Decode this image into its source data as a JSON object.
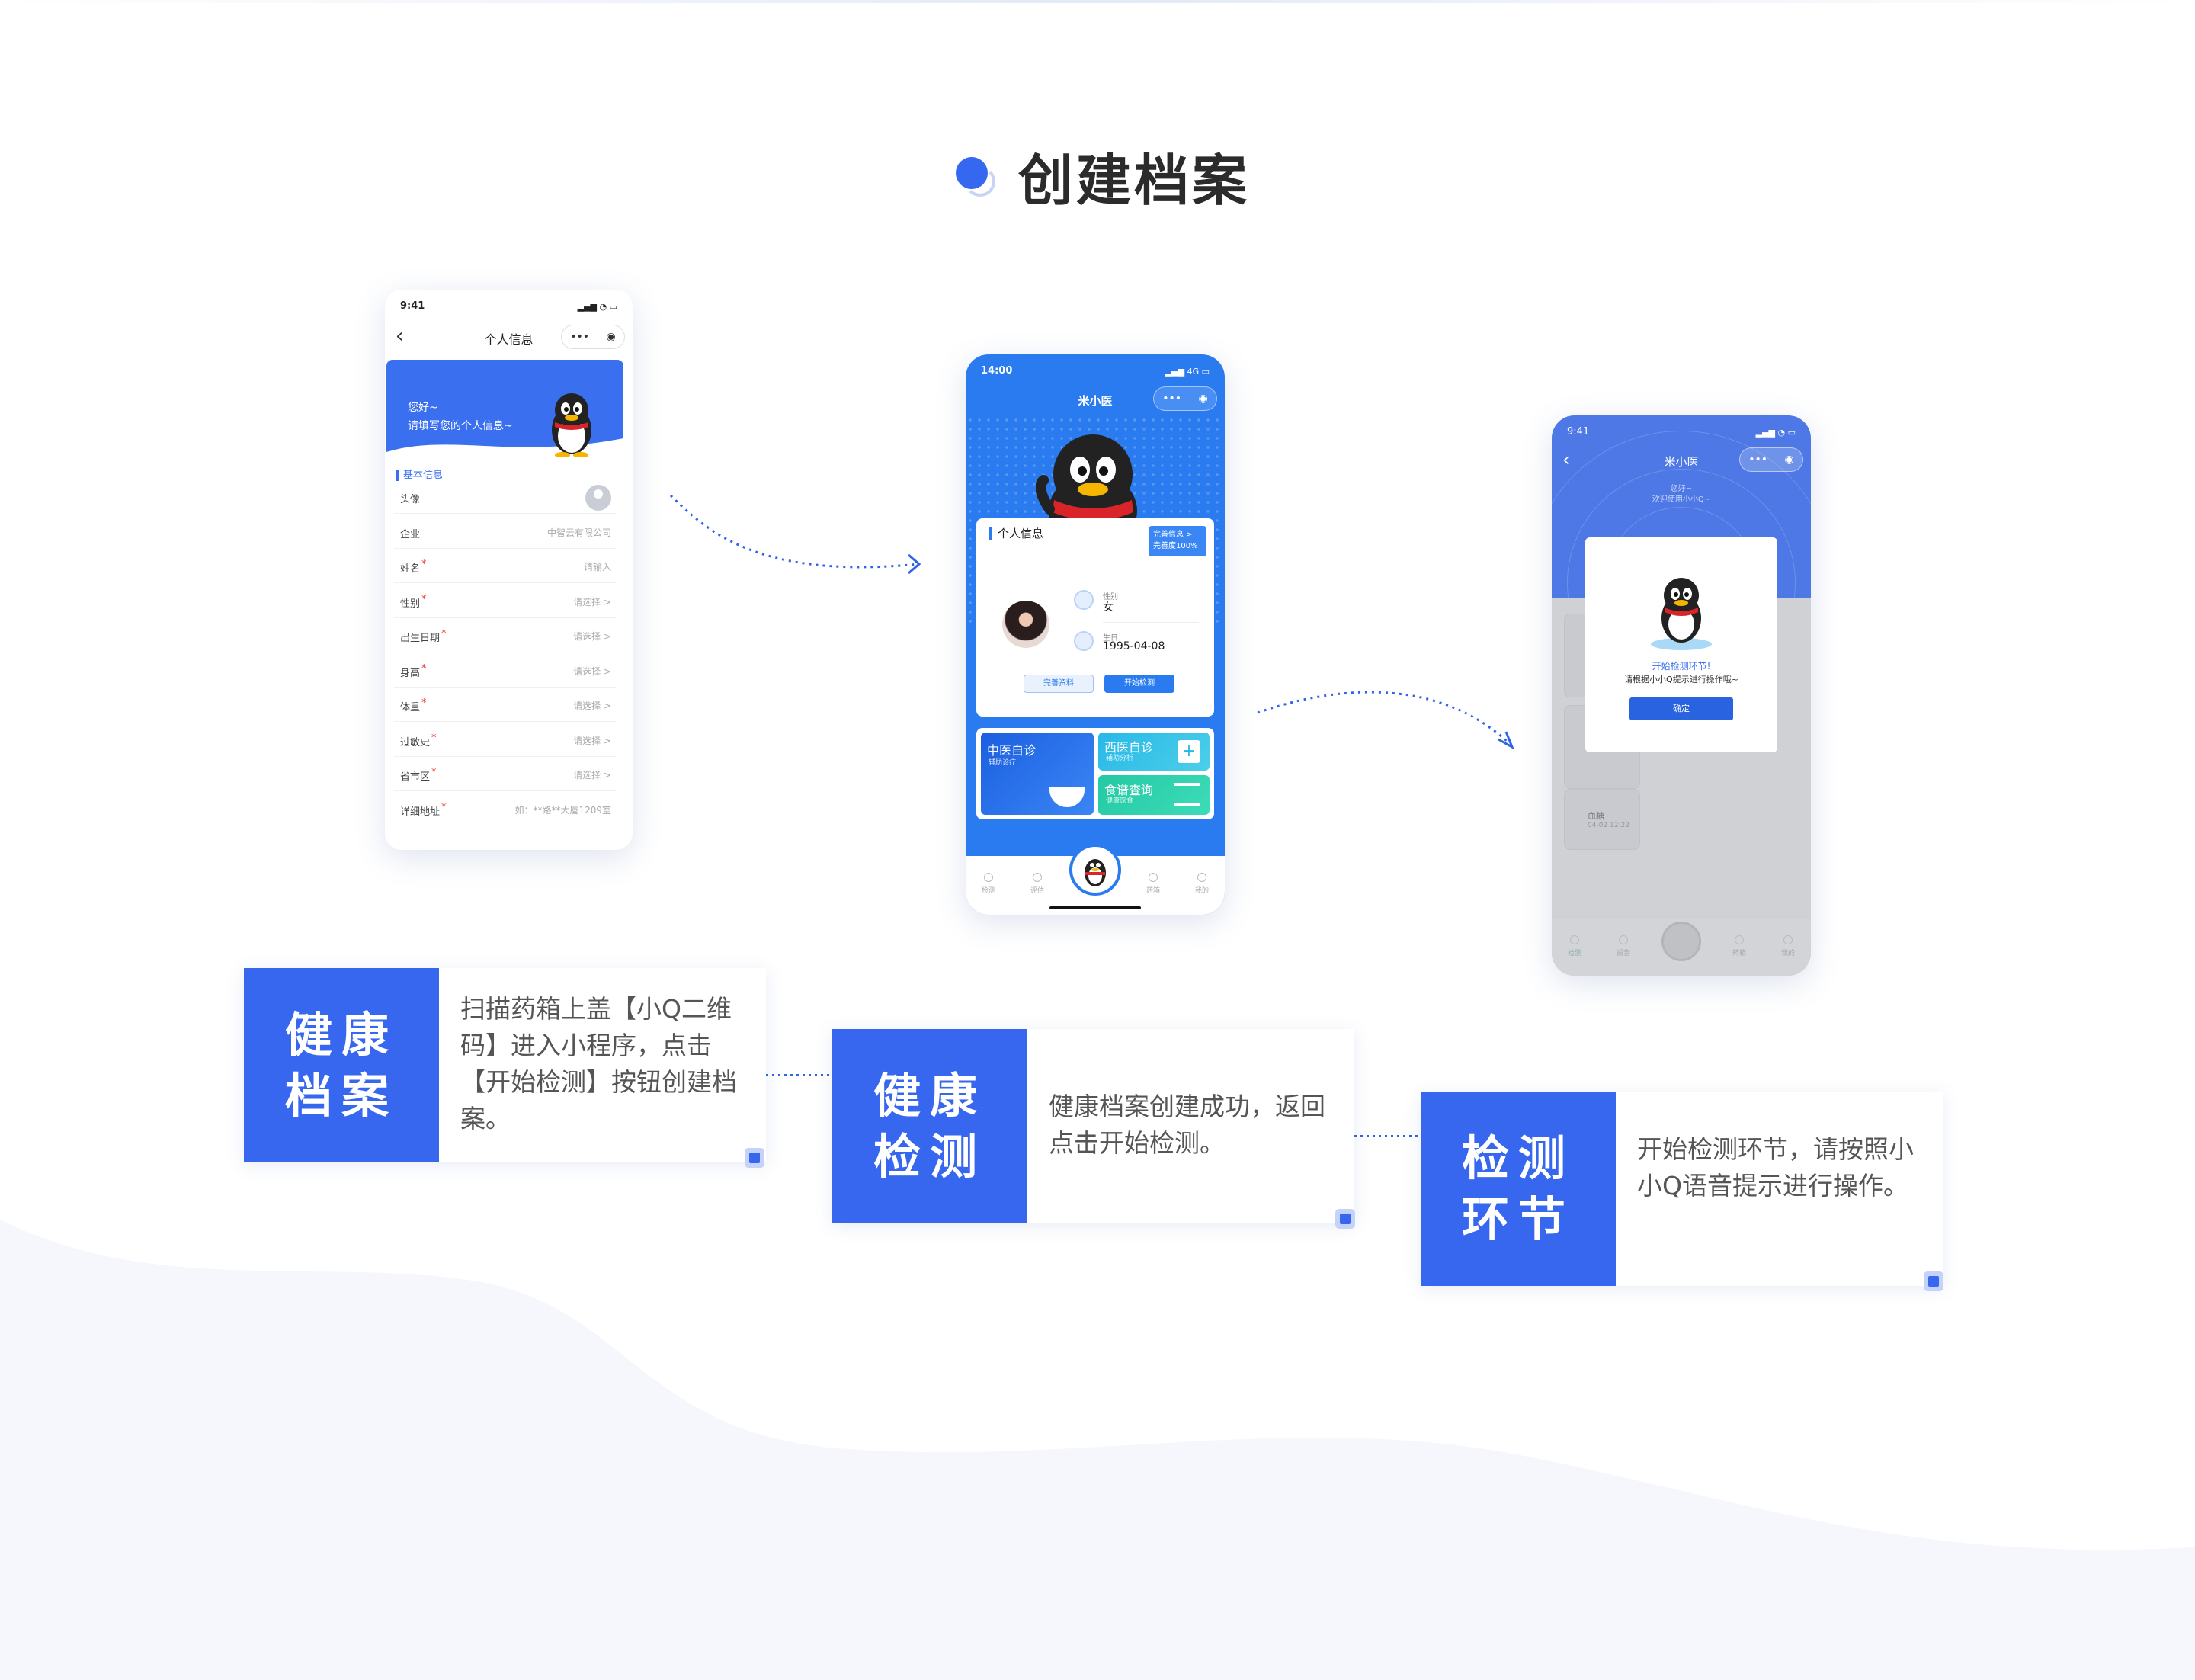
{
  "title": "创建档案",
  "phone1": {
    "time": "9:41",
    "nav_title": "个人信息",
    "greeting_line1": "您好~",
    "greeting_line2": "请填写您的个人信息~",
    "section": "基本信息",
    "rows": [
      {
        "label": "头像",
        "value": "",
        "required": false
      },
      {
        "label": "企业",
        "value": "中智云有限公司",
        "required": false
      },
      {
        "label": "姓名",
        "value": "请输入",
        "required": true
      },
      {
        "label": "性别",
        "value": "请选择 >",
        "required": true
      },
      {
        "label": "出生日期",
        "value": "请选择 >",
        "required": true
      },
      {
        "label": "身高",
        "value": "请选择 >",
        "required": true
      },
      {
        "label": "体重",
        "value": "请选择 >",
        "required": true
      },
      {
        "label": "过敏史",
        "value": "请选择 >",
        "required": true
      },
      {
        "label": "省市区",
        "value": "请选择 >",
        "required": true
      },
      {
        "label": "详细地址",
        "value": "如：**路**大厦1209室",
        "required": true
      }
    ]
  },
  "phone2": {
    "time": "14:00",
    "signal": "4G",
    "nav_title": "米小医",
    "card_title": "个人信息",
    "perfect_line1": "完善信息 >",
    "perfect_line2": "完善度100%",
    "gender_key": "性别",
    "gender_value": "女",
    "birth_key": "生日",
    "birth_value": "1995-04-08",
    "button1": "完善资料",
    "button2": "开始检测",
    "tile1_title": "中医自诊",
    "tile1_sub": "辅助诊疗",
    "tile2_title": "西医自诊",
    "tile2_sub": "辅助分析",
    "tile3_title": "食谱查询",
    "tile3_sub": "健康饮食",
    "tabs": [
      "检测",
      "评估",
      "药箱",
      "我的"
    ]
  },
  "phone3": {
    "time": "9:41",
    "nav_title": "米小医",
    "hello_line1": "您好~",
    "hello_line2": "欢迎使用小小Q~",
    "modal_line1": "开始检测环节!",
    "modal_line2": "请根据小小Q提示进行操作哦~",
    "ok": "确定",
    "ghost_label": "血糖",
    "ghost_date": "04-02  12:22",
    "tabs": [
      "检测",
      "报告",
      "药箱",
      "我的"
    ]
  },
  "cards": [
    {
      "label": "健康档案",
      "desc": "扫描药箱上盖【小Q二维码】进入小程序，点击【开始检测】按钮创建档案。"
    },
    {
      "label": "健康检测",
      "desc": "健康档案创建成功，返回点击开始检测。"
    },
    {
      "label": "检测环节",
      "desc": "开始检测环节，请按照小小Q语音提示进行操作。"
    }
  ],
  "colors": {
    "accent": "#3667ee",
    "phone_blue": "#2a7bf0",
    "bg_wave": "#f4f6fd"
  }
}
